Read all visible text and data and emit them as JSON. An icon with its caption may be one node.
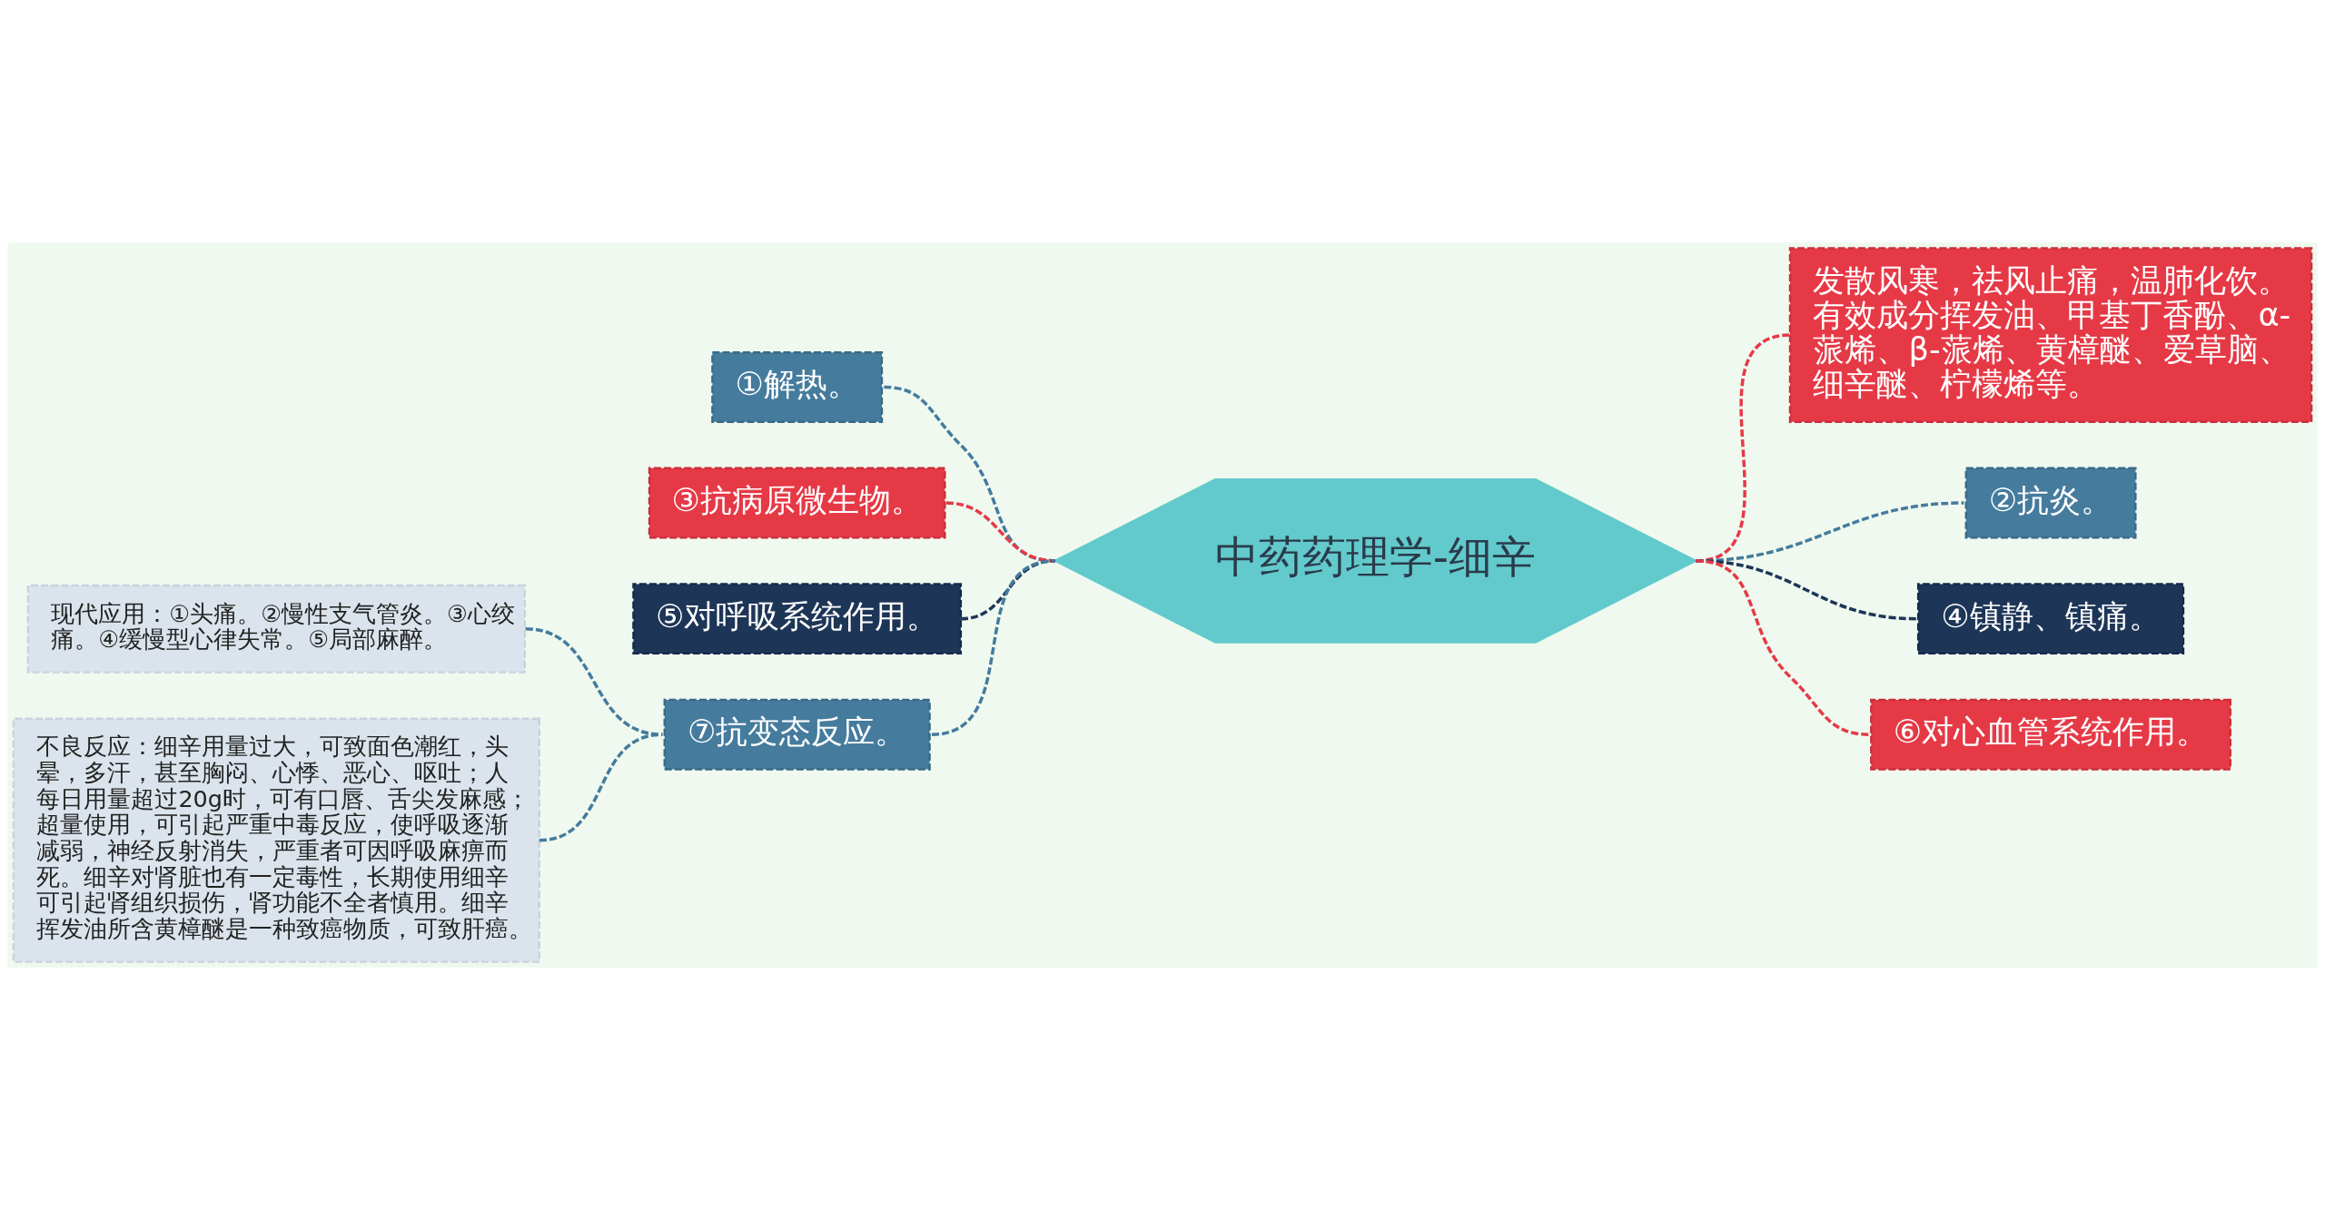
{
  "diagram": {
    "nodes": [
      {
        "text": [
          "中药药理学-细辛"
        ]
      },
      {
        "text": [
          "①解热。"
        ]
      },
      {
        "text": [
          "③抗病原微生物。"
        ]
      },
      {
        "text": [
          "⑤对呼吸系统作用。"
        ]
      },
      {
        "text": [
          "⑦抗变态反应。"
        ]
      },
      {
        "text": [
          "现代应用：①头痛。②慢性支气管炎。③心绞痛。④缓慢型心律失常。⑤局部麻醉。"
        ]
      },
      {
        "text": [
          "不良反应：细辛用量过大，可致面色潮红，头晕，多汗，甚至胸闷、心悸、恶心、呕吐；人每日用量超过20g时，可有口唇、舌尖发麻感；超量使用，可引起严重中毒反应，使呼吸逐渐减弱，神经反射消失，严重者可因呼吸麻痹而死。细辛对肾脏也有一定毒性，长期使用细辛可引起肾组织损伤，肾功能不全者慎用。细辛挥发油所含黄樟醚是一种致癌物质，可致肝癌。"
        ]
      },
      {
        "text": [
          "发散风寒，祛风止痛，温肺化饮。有效成分挥发油、甲基丁香酚、α-蒎烯、β-蒎烯、黄樟醚、爱草脑、细辛醚、柠檬烯等。"
        ]
      },
      {
        "text": [
          "②抗炎。"
        ]
      },
      {
        "text": [
          "④镇静、镇痛。"
        ]
      },
      {
        "text": [
          "⑥对心血管系统作用。"
        ]
      }
    ],
    "edges": [
      {
        "from": 0,
        "to": 1,
        "arrow": "none",
        "style": "dashed"
      },
      {
        "from": 0,
        "to": 2,
        "arrow": "none",
        "style": "dashed",
        "color": "#e63946"
      },
      {
        "from": 0,
        "to": 3,
        "arrow": "none",
        "style": "dashed",
        "color": "#1d3557"
      },
      {
        "from": 0,
        "to": 4,
        "arrow": "none",
        "style": "dashed"
      },
      {
        "from": 4,
        "to": 5,
        "arrow": "none",
        "style": "dashed"
      },
      {
        "from": 4,
        "to": 6,
        "arrow": "none",
        "style": "dashed"
      },
      {
        "from": 0,
        "to": 7,
        "arrow": "none",
        "style": "dashed",
        "color": "#e63946"
      },
      {
        "from": 0,
        "to": 8,
        "arrow": "none",
        "style": "dashed"
      },
      {
        "from": 0,
        "to": 9,
        "arrow": "none",
        "style": "dashed",
        "color": "#1d3557"
      },
      {
        "from": 0,
        "to": 10,
        "arrow": "none",
        "style": "dashed",
        "color": "#e63946"
      }
    ]
  }
}
